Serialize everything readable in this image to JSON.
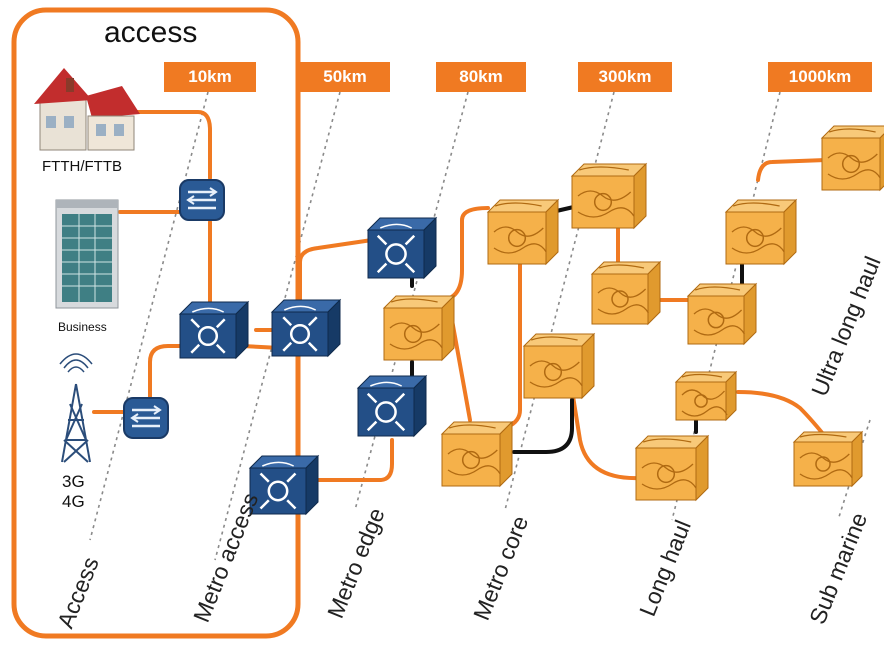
{
  "access_title": "access",
  "distances": [
    "10km",
    "50km",
    "80km",
    "300km",
    "1000km"
  ],
  "endpoints": {
    "home": "FTTH/FTTB",
    "business": "Business",
    "mobile_line1": "3G",
    "mobile_line2": "4G"
  },
  "segments": [
    "Access",
    "Metro access",
    "Metro edge",
    "Metro core",
    "Long haul",
    "Sub marine",
    "Ultra long haul"
  ],
  "colors": {
    "accent": "#f07a22",
    "blue_switch": "#234f87",
    "amber_node": "#f5b14a"
  }
}
